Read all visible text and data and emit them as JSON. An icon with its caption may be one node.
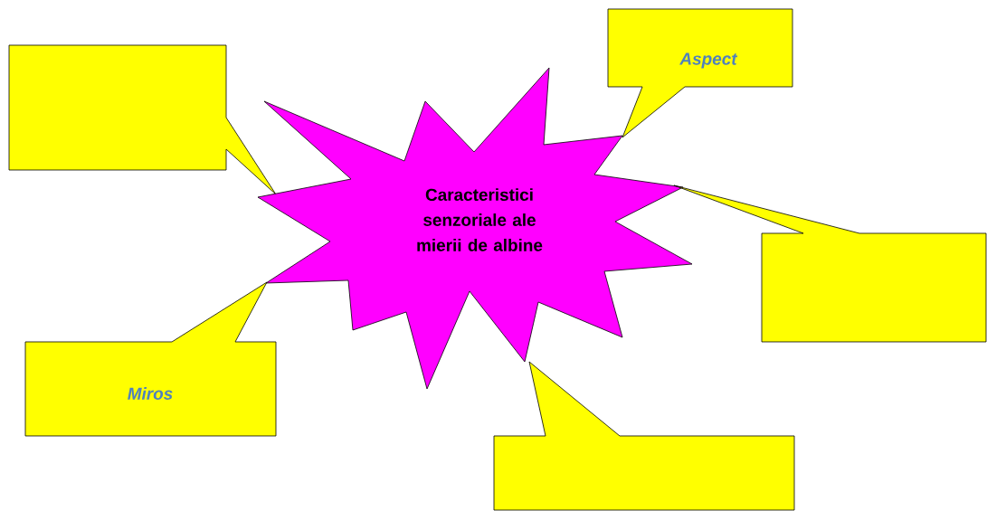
{
  "diagram": {
    "nodes": [
      {
        "text": [],
        "shape": "callout"
      },
      {
        "text": [
          "Aspect"
        ]
      },
      {
        "text": [
          "Caracteristici senzoriale ale mierii de albine"
        ]
      },
      {
        "text": [],
        "shape": "callout"
      },
      {
        "text": [
          "Miros"
        ]
      },
      {
        "text": [],
        "shape": "callout"
      }
    ]
  }
}
